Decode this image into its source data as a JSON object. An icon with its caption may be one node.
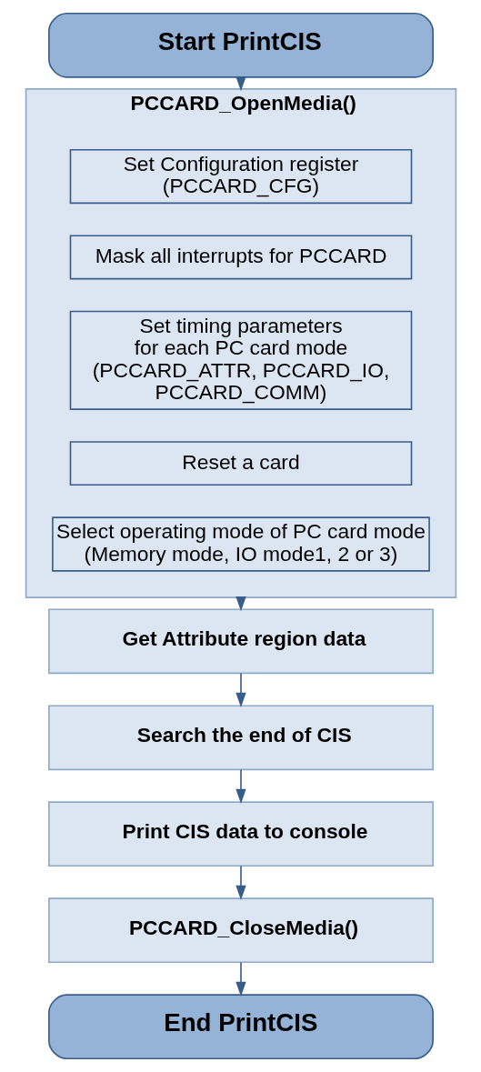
{
  "diagram": {
    "nodes": [
      {
        "text": [
          "Start PrintCIS"
        ]
      },
      {
        "text": [
          "PCCARD_OpenMedia()"
        ]
      },
      {
        "text": [
          "Set Configuration register (PCCARD_CFG)"
        ],
        "in": 1
      },
      {
        "text": [
          "Mask all interrupts for PCCARD"
        ],
        "in": 1
      },
      {
        "text": [
          "Set timing parameters for each PC card mode (PCCARD_ATTR, PCCARD_IO, PCCARD_COMM)"
        ],
        "in": 1
      },
      {
        "text": [
          "Reset a card"
        ],
        "in": 1
      },
      {
        "text": [
          "Select operating mode of PC card mode (Memory mode, IO mode1, 2 or 3)"
        ],
        "in": 1
      },
      {
        "text": [
          "Get Attribute region data"
        ]
      },
      {
        "text": [
          "Search the end of CIS"
        ]
      },
      {
        "text": [
          "Print CIS data to console"
        ]
      },
      {
        "text": [
          "PCCARD_CloseMedia()"
        ]
      },
      {
        "text": [
          "End PrintCIS"
        ]
      }
    ],
    "edges": [
      {
        "from": 0,
        "to": 1,
        "arrow": "to"
      },
      {
        "from": 1,
        "to": 7,
        "arrow": "to"
      },
      {
        "from": 7,
        "to": 8,
        "arrow": "to"
      },
      {
        "from": 8,
        "to": 9,
        "arrow": "to"
      },
      {
        "from": 9,
        "to": 10,
        "arrow": "to"
      },
      {
        "from": 10,
        "to": 11,
        "arrow": "to"
      }
    ]
  }
}
